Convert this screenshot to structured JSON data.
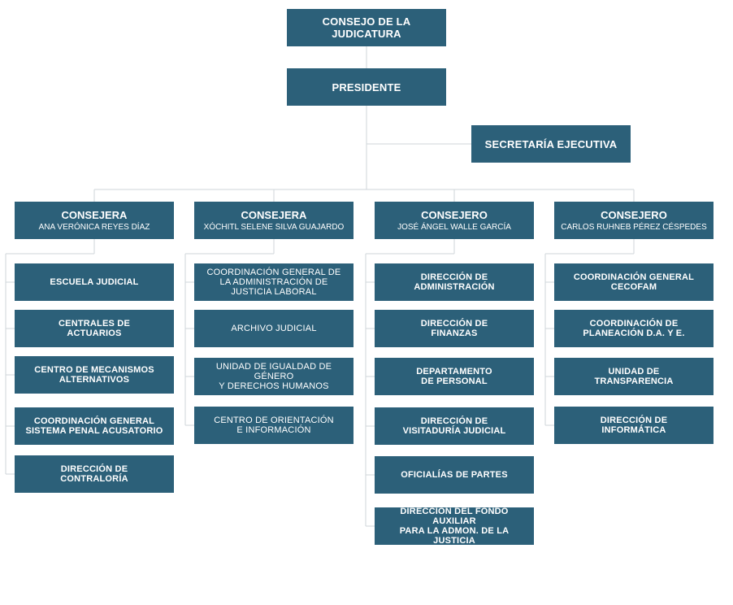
{
  "top_nodes": {
    "consejo": "CONSEJO DE LA JUDICATURA",
    "presidente": "PRESIDENTE",
    "secretaria": "SECRETARÍA EJECUTIVA"
  },
  "heads": [
    {
      "title": "CONSEJERA",
      "name": "ANA VERÓNICA REYES DÍAZ"
    },
    {
      "title": "CONSEJERA",
      "name": "XÓCHITL SELENE SILVA GUAJARDO"
    },
    {
      "title": "CONSEJERO",
      "name": "JOSÉ ÁNGEL WALLE GARCÍA"
    },
    {
      "title": "CONSEJERO",
      "name": "CARLOS RUHNEB PÉREZ CÉSPEDES"
    }
  ],
  "units": [
    [
      [
        "ESCUELA JUDICIAL"
      ],
      [
        "CENTRALES DE",
        "ACTUARIOS"
      ],
      [
        "CENTRO DE MECANISMOS",
        "ALTERNATIVOS"
      ],
      [
        "COORDINACIÓN GENERAL",
        "SISTEMA PENAL ACUSATORIO"
      ],
      [
        "DIRECCIÓN DE",
        "CONTRALORÍA"
      ]
    ],
    [
      [
        "COORDINACIÓN GENERAL DE",
        "LA ADMINISTRACIÓN DE",
        "JUSTICIA LABORAL"
      ],
      [
        "ARCHIVO JUDICIAL"
      ],
      [
        "UNIDAD DE IGUALDAD DE GÉNERO",
        "Y DERECHOS HUMANOS"
      ],
      [
        "CENTRO DE ORIENTACIÓN",
        "E INFORMACIÓN"
      ]
    ],
    [
      [
        "DIRECCIÓN DE",
        "ADMINISTRACIÓN"
      ],
      [
        "DIRECCIÓN DE",
        "FINANZAS"
      ],
      [
        "DEPARTAMENTO",
        "DE PERSONAL"
      ],
      [
        "DIRECCIÓN DE",
        "VISITADURÍA JUDICIAL"
      ],
      [
        "OFICIALÍAS DE PARTES"
      ],
      [
        "DIRECCIÓN DEL FONDO AUXILIAR",
        "PARA LA ADMON. DE LA JUSTICIA"
      ]
    ],
    [
      [
        "COORDINACIÓN GENERAL",
        "CECOFAM"
      ],
      [
        "COORDINACIÓN DE",
        "PLANEACIÓN D.A. Y E."
      ],
      [
        "UNIDAD DE",
        "TRANSPARENCIA"
      ],
      [
        "DIRECCIÓN DE",
        "INFORMÁTICA"
      ]
    ]
  ],
  "colors": {
    "box": "#2c6079",
    "connector": "#cfd6da",
    "text": "#ffffff"
  }
}
